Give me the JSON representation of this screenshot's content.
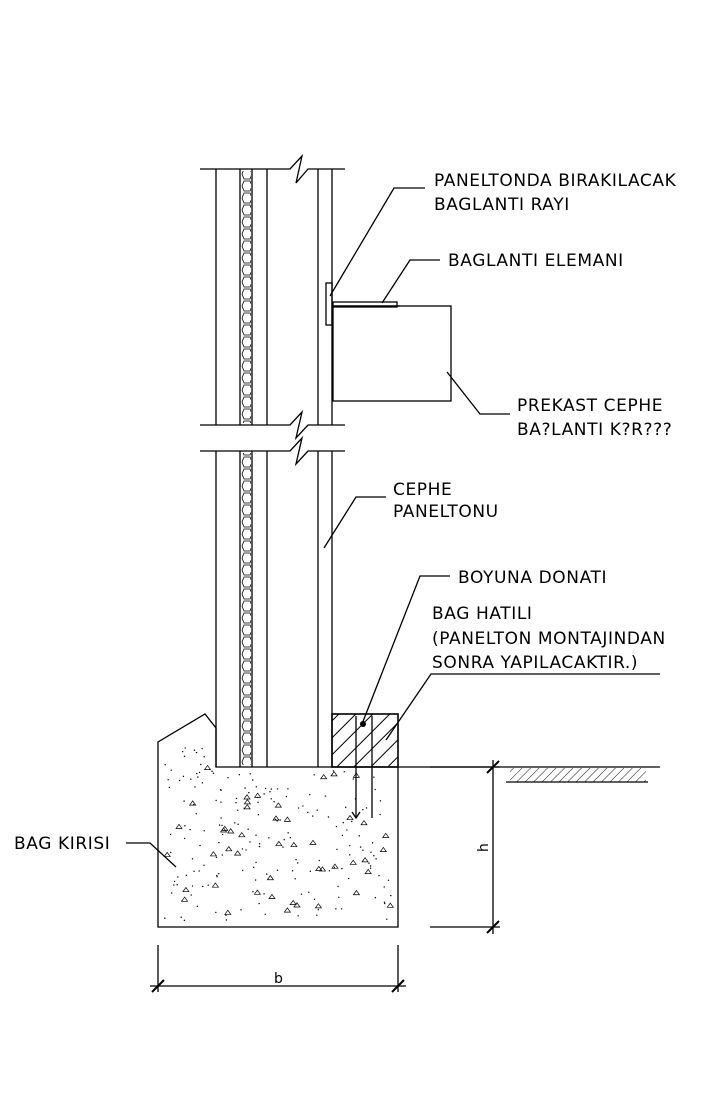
{
  "labels": {
    "rail_line1": "PANELTONDA BIRAKILACAK",
    "rail_line2": "BAGLANTI RAYI",
    "connector": "BAGLANTI ELEMANI",
    "precast_line1": "PREKAST CEPHE",
    "precast_line2": "BA?LANTI K?R???",
    "panel_line1": "CEPHE",
    "panel_line2": "PANELTONU",
    "rebar": "BOYUNA DONATI",
    "tie_line1": "BAG HATILI",
    "tie_line2": "(PANELTON MONTAJINDAN",
    "tie_line3": "SONRA YAPILACAKTIR.)",
    "tie_beam": "BAG KIRISI",
    "dim_b": "b",
    "dim_h": "h"
  },
  "colors": {
    "ink": "#000000",
    "paper": "#ffffff"
  }
}
